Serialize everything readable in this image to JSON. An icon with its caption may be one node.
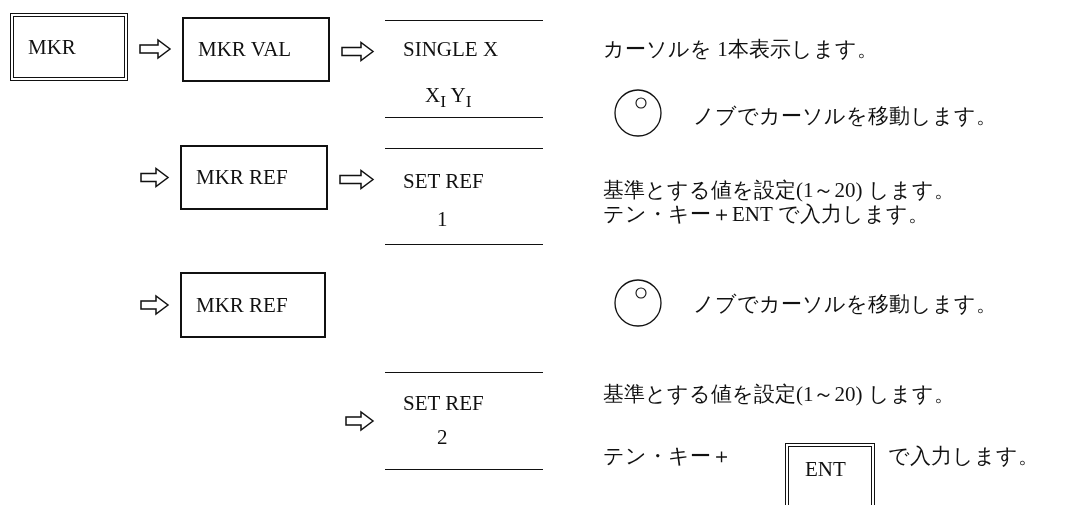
{
  "diagram": {
    "nodes": [
      {
        "text": [
          "MKR"
        ]
      },
      {
        "text": [
          "MKR VAL"
        ]
      },
      {
        "text": [
          "SINGLE X",
          "X$_{I}$ Y$_{I}$"
        ]
      },
      {
        "text": [
          "MKR REF"
        ]
      },
      {
        "text": [
          "SET REF",
          "1"
        ]
      },
      {
        "text": [
          "MKR REF"
        ]
      },
      {
        "text": [
          "SET REF",
          "2"
        ]
      },
      {
        "text": [
          "ENT"
        ]
      }
    ],
    "edges": [
      {
        "from": 0,
        "to": 1,
        "arrow": "to"
      },
      {
        "from": 1,
        "to": 2,
        "arrow": "to"
      },
      {
        "from": null,
        "to": 3,
        "arrow": "to"
      },
      {
        "from": 3,
        "to": 4,
        "arrow": "to"
      },
      {
        "from": null,
        "to": 5,
        "arrow": "to"
      },
      {
        "from": null,
        "to": 6,
        "arrow": "to"
      }
    ],
    "labels": [
      "カーソルを 1本表示します。",
      "ノブでカーソルを移動します。",
      "基準とする値を設定(1～20) します。",
      "テン・キー＋ENT で入力します。",
      "ノブでカーソルを移動します。",
      "基準とする値を設定(1～20) します。",
      "テン・キー＋",
      "で入力します。"
    ]
  }
}
